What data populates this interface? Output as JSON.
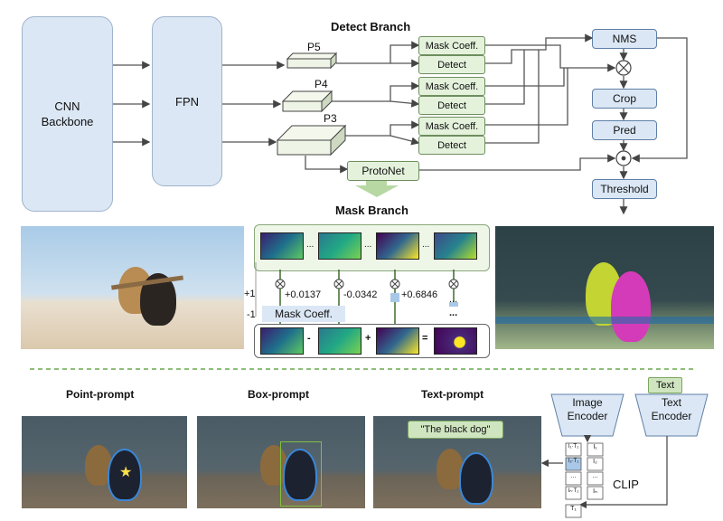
{
  "top": {
    "backbone": "CNN\nBackbone",
    "fpn": "FPN",
    "detect_branch": "Detect Branch",
    "levels": [
      "P5",
      "P4",
      "P3"
    ],
    "mask_coeff": "Mask Coeff.",
    "detect": "Detect",
    "protonet": "ProtoNet",
    "nms": "NMS",
    "crop": "Crop",
    "pred": "Pred",
    "threshold": "Threshold",
    "mask_branch": "Mask Branch"
  },
  "mask": {
    "coeffs": [
      "+0.0137",
      "-0.0342",
      "+0.6846"
    ],
    "plus_one": "+1",
    "minus_one": "-1",
    "mask_coeff": "Mask Coeff.",
    "ellipsis": "...",
    "ops": [
      "-",
      "+",
      "="
    ]
  },
  "bottom": {
    "point_prompt": "Point-prompt",
    "box_prompt": "Box-prompt",
    "text_prompt": "Text-prompt",
    "quote": "\"The black dog\"",
    "image_encoder": "Image\nEncoder",
    "text_encoder": "Text\nEncoder",
    "text_tag": "Text",
    "clip": "CLIP",
    "matrix_cells": [
      "I₁·T₁",
      "I₁",
      "I₂·T₁",
      "I₂",
      "...",
      "...",
      "Iₙ·T₁",
      "Iₙ"
    ],
    "t1": "T₁"
  },
  "colors": {
    "blue_fill": "#dbe7f5",
    "green_fill": "#e4f2dc",
    "divider": "#6aa84f"
  }
}
